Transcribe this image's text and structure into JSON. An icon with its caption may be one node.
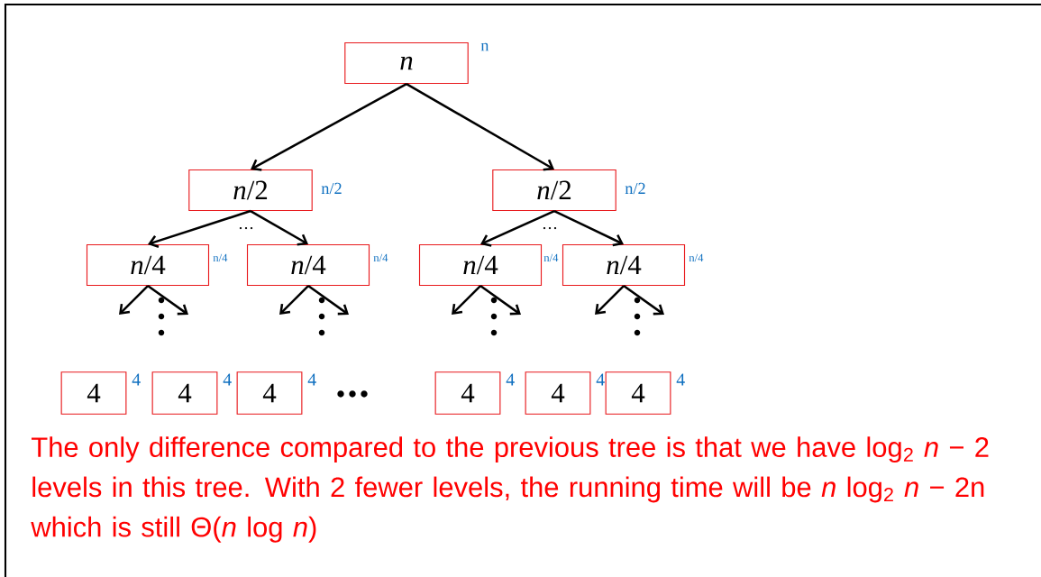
{
  "diagram": {
    "nodes": [
      {
        "text": [
          "*n*"
        ],
        "beside": [
          "n"
        ]
      },
      {
        "text": [
          "*n*/2"
        ],
        "beside": [
          "n/2"
        ]
      },
      {
        "text": [
          "*n*/2"
        ],
        "beside": [
          "n/2"
        ]
      },
      {
        "text": [
          "*n*/4"
        ],
        "beside": [
          "n/4"
        ]
      },
      {
        "text": [
          "*n*/4"
        ],
        "beside": [
          "n/4"
        ]
      },
      {
        "text": [
          "*n*/4"
        ],
        "beside": [
          "n/4"
        ]
      },
      {
        "text": [
          "*n*/4"
        ],
        "beside": [
          "n/4"
        ]
      },
      {
        "text": [
          "4"
        ],
        "beside": [
          "4"
        ]
      },
      {
        "text": [
          "4"
        ],
        "beside": [
          "4"
        ]
      },
      {
        "text": [
          "4"
        ],
        "beside": [
          "4"
        ]
      },
      {
        "text": [
          "4"
        ],
        "beside": [
          "4"
        ]
      },
      {
        "text": [
          "4"
        ],
        "beside": [
          "4"
        ]
      },
      {
        "text": [
          "4"
        ],
        "beside": [
          "4"
        ]
      }
    ],
    "edges": [
      {
        "from": 0,
        "to": 1,
        "arrow": "to"
      },
      {
        "from": 0,
        "to": 2,
        "arrow": "to"
      },
      {
        "from": 1,
        "to": 3,
        "arrow": "to"
      },
      {
        "from": 1,
        "to": 4,
        "arrow": "to"
      },
      {
        "from": 2,
        "to": 5,
        "arrow": "to"
      },
      {
        "from": 2,
        "to": 6,
        "arrow": "to"
      },
      {
        "from": 3,
        "to": null,
        "arrow": "to"
      },
      {
        "from": 3,
        "to": null,
        "arrow": "to"
      },
      {
        "from": 4,
        "to": null,
        "arrow": "to"
      },
      {
        "from": 4,
        "to": null,
        "arrow": "to"
      },
      {
        "from": 5,
        "to": null,
        "arrow": "to"
      },
      {
        "from": 5,
        "to": null,
        "arrow": "to"
      },
      {
        "from": 6,
        "to": null,
        "arrow": "to"
      },
      {
        "from": 6,
        "to": null,
        "arrow": "to"
      }
    ],
    "labels": [
      "The only difference compared to the previous tree is that we have log$_{2}$ *n* − 2 levels in this tree. With 2 fewer levels, the running time will be *n* log$_{2}$ *n* − 2n which is still Θ(*n* log *n*)"
    ]
  }
}
